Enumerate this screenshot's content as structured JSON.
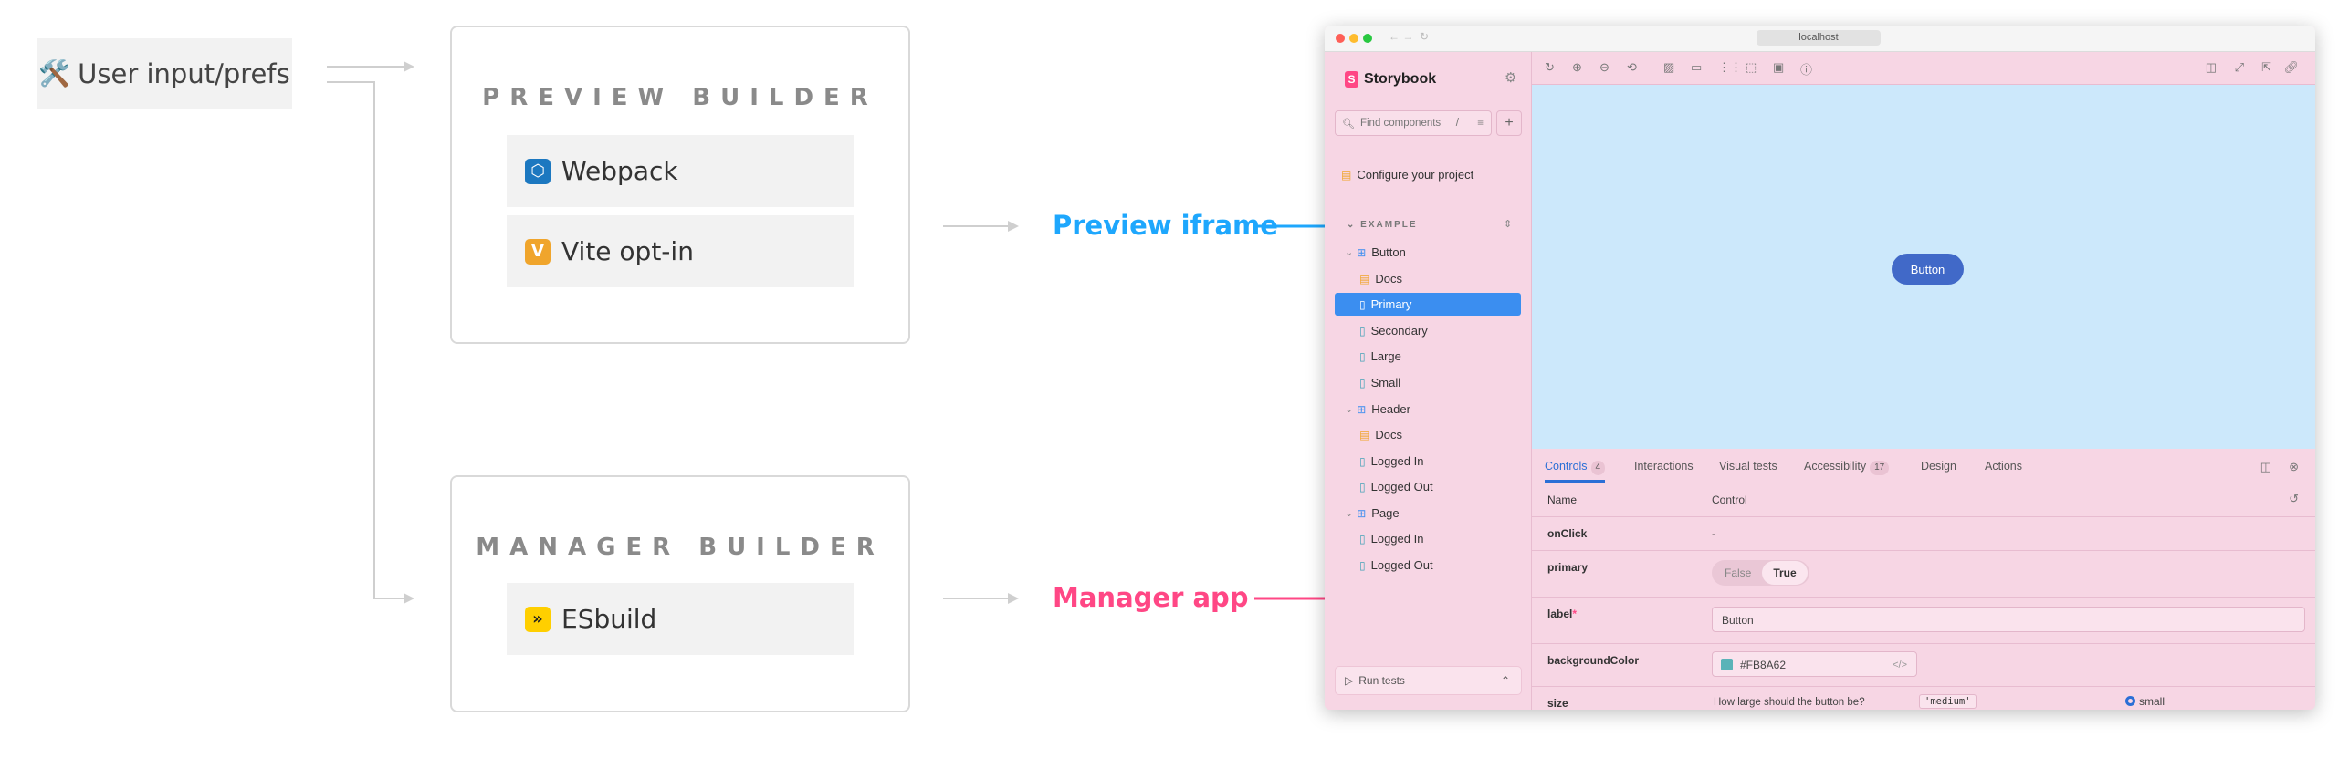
{
  "diagram": {
    "user_input": {
      "emoji": "🛠️",
      "label": "User input/prefs"
    },
    "preview_builder": {
      "title": "PREVIEW BUILDER",
      "tools": [
        {
          "label": "Webpack",
          "logo_color": "#1c78c0"
        },
        {
          "label": "Vite opt-in",
          "logo_color": "#f0a52c"
        }
      ]
    },
    "manager_builder": {
      "title": "MANAGER BUILDER",
      "tools": [
        {
          "label": "ESbuild",
          "logo_color": "#ffcf00"
        }
      ]
    },
    "preview_iframe": {
      "label": "Preview iframe",
      "color": "#1ea7fd"
    },
    "manager_app": {
      "label": "Manager app",
      "color": "#ff4785"
    }
  },
  "storybook": {
    "url": "localhost",
    "brand": "Storybook",
    "search_placeholder": "Find components",
    "search_shortcut": "/",
    "configure": "Configure your project",
    "section": "EXAMPLE",
    "tree": [
      {
        "label": "Button",
        "type": "component"
      },
      {
        "label": "Docs",
        "type": "docs"
      },
      {
        "label": "Primary",
        "type": "story",
        "selected": true
      },
      {
        "label": "Secondary",
        "type": "story"
      },
      {
        "label": "Large",
        "type": "story"
      },
      {
        "label": "Small",
        "type": "story"
      },
      {
        "label": "Header",
        "type": "component"
      },
      {
        "label": "Docs",
        "type": "docs"
      },
      {
        "label": "Logged In",
        "type": "story"
      },
      {
        "label": "Logged Out",
        "type": "story"
      },
      {
        "label": "Page",
        "type": "component"
      },
      {
        "label": "Logged In",
        "type": "story"
      },
      {
        "label": "Logged Out",
        "type": "story"
      }
    ],
    "run_tests": "Run tests",
    "story_button": "Button",
    "tabs": [
      {
        "label": "Controls",
        "badge": "4"
      },
      {
        "label": "Interactions",
        "badge": ""
      },
      {
        "label": "Visual tests",
        "badge": ""
      },
      {
        "label": "Accessibility",
        "badge": "17"
      },
      {
        "label": "Design",
        "badge": ""
      },
      {
        "label": "Actions",
        "badge": ""
      }
    ],
    "controls_header": {
      "name": "Name",
      "control": "Control"
    },
    "controls": {
      "onclick": {
        "name": "onClick",
        "value": "-"
      },
      "primary": {
        "name": "primary",
        "off": "False",
        "on": "True"
      },
      "label": {
        "name": "label",
        "required": "*",
        "value": "Button"
      },
      "background": {
        "name": "backgroundColor",
        "value": "#FB8A62",
        "swatch": "#5ab3b8"
      },
      "size": {
        "name": "size",
        "description": "How large should the button be?",
        "default": "'medium'",
        "option": "small"
      }
    }
  }
}
